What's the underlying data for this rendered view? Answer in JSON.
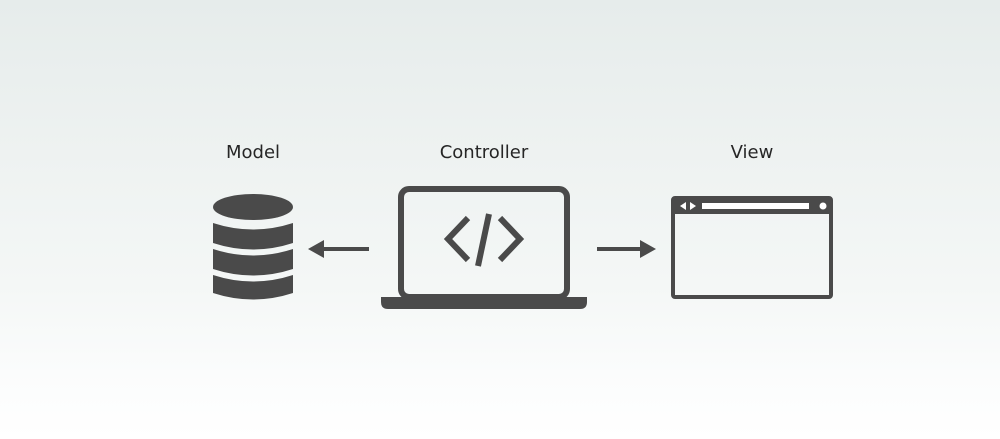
{
  "labels": {
    "model": "Model",
    "controller": "Controller",
    "view": "View"
  },
  "icons": {
    "model": "database-icon",
    "controller": "laptop-code-icon",
    "view": "browser-window-icon",
    "arrow_left": "arrow-left-icon",
    "arrow_right": "arrow-right-icon"
  },
  "colors": {
    "icon": "#4a4a4a",
    "label": "#262626"
  }
}
